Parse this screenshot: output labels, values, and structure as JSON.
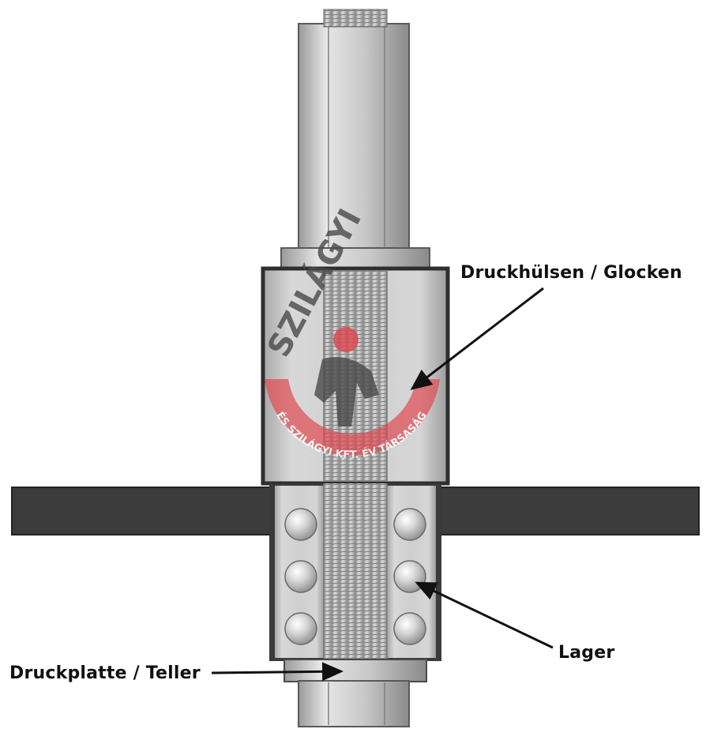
{
  "labels": {
    "sleeves": "Druckhülsen / Glocken",
    "bearing": "Lager",
    "plate": "Druckplatte / Teller"
  },
  "watermark": {
    "name": "SZILÁGYI",
    "ring_text": "ÉS SZILÁGYI KFT. ÉV TÁRSASÁG",
    "color": "#e0464e"
  },
  "colors": {
    "steel_light": "#d9d9d9",
    "steel_mid": "#b9b9b9",
    "steel_dark": "#8d8d8d",
    "outline": "#3a3a3a",
    "arm": "#3c3c3c",
    "arrow": "#111111"
  }
}
